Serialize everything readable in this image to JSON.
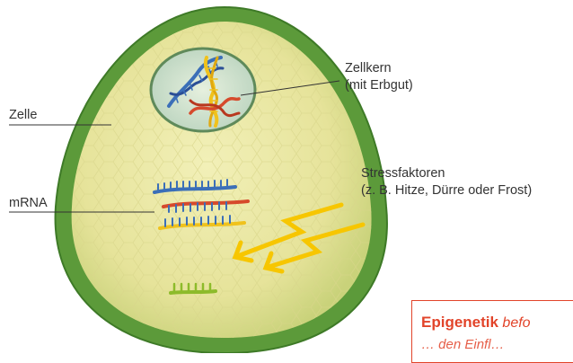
{
  "labels": {
    "cell": "Zelle",
    "nucleus_line1": "Zellkern",
    "nucleus_line2": "(mit Erbgut)",
    "mrna": "mRNA",
    "stress_line1": "Stressfaktoren",
    "stress_line2": "(z. B. Hitze, Dürre oder Frost)"
  },
  "callout": {
    "term": "Epigenetik",
    "rest": "befo",
    "line2": "… den Einfl…"
  },
  "colors": {
    "cell_wall": "#5c9a3a",
    "cytoplasm": "#e9e6a1",
    "nucleus": "#c7dccb",
    "dna_blue": "#3b6fb8",
    "dna_yellow": "#f0c21c",
    "dna_red": "#d64a2c",
    "arrow": "#f7c600",
    "callout": "#e2442a"
  },
  "icons": [
    "dna-helix-icon",
    "mrna-strand-icon",
    "lightning-arrow-icon"
  ]
}
